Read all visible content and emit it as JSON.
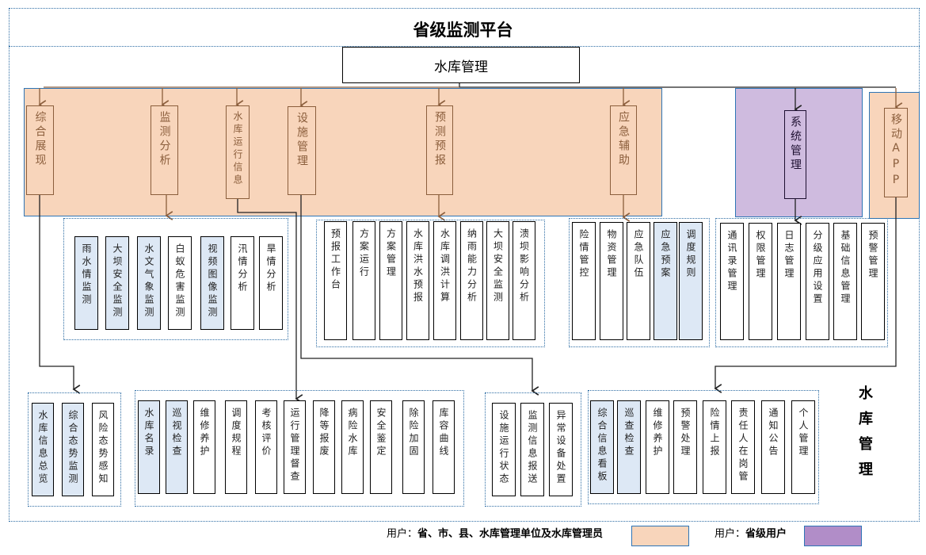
{
  "title": "省级监测平台",
  "root": "水库管理",
  "modules": [
    "综合展现",
    "监测分析",
    "水库运行信息",
    "设施管理",
    "预测预报",
    "应急辅助",
    "系统管理",
    "移动APP"
  ],
  "groups": {
    "monitor": [
      {
        "label": "雨水情监测",
        "highlight": true
      },
      {
        "label": "大坝安全监测",
        "highlight": true
      },
      {
        "label": "水文气象监测",
        "highlight": true
      },
      {
        "label": "白蚁危害监测",
        "highlight": false
      },
      {
        "label": "视频图像监测",
        "highlight": true
      },
      {
        "label": "汛情分析",
        "highlight": false
      },
      {
        "label": "旱情分析",
        "highlight": false
      }
    ],
    "forecast": [
      {
        "label": "预报工作台",
        "highlight": false
      },
      {
        "label": "方案运行",
        "highlight": false
      },
      {
        "label": "方案管理",
        "highlight": false
      },
      {
        "label": "水库洪水预报",
        "highlight": false
      },
      {
        "label": "水库调洪计算",
        "highlight": false
      },
      {
        "label": "纳雨能力分析",
        "highlight": false
      },
      {
        "label": "大坝安全监测",
        "highlight": false
      },
      {
        "label": "溃坝影响分析",
        "highlight": false
      }
    ],
    "emergency": [
      {
        "label": "险情管控",
        "highlight": false
      },
      {
        "label": "物资管理",
        "highlight": false
      },
      {
        "label": "应急队伍",
        "highlight": false
      },
      {
        "label": "应急预案",
        "highlight": true
      },
      {
        "label": "调度规则",
        "highlight": true
      }
    ],
    "system": [
      {
        "label": "通讯录管理",
        "highlight": false
      },
      {
        "label": "权限管理",
        "highlight": false
      },
      {
        "label": "日志管理",
        "highlight": false
      },
      {
        "label": "分级应用设置",
        "highlight": false
      },
      {
        "label": "基础信息管理",
        "highlight": false
      },
      {
        "label": "预警管理",
        "highlight": false
      }
    ],
    "overview": [
      {
        "label": "水库信息总览",
        "highlight": true
      },
      {
        "label": "综合态势监测",
        "highlight": true
      },
      {
        "label": "风险态势感知",
        "highlight": false
      }
    ],
    "operation": [
      {
        "label": "水库名录",
        "highlight": true
      },
      {
        "label": "巡视检查",
        "highlight": true
      },
      {
        "label": "维修养护",
        "highlight": false
      },
      {
        "label": "调度规程",
        "highlight": false
      },
      {
        "label": "考核评价",
        "highlight": false
      },
      {
        "label": "运行管理督查",
        "highlight": false
      },
      {
        "label": "降等报废",
        "highlight": false
      },
      {
        "label": "病险水库",
        "highlight": false
      },
      {
        "label": "安全鉴定",
        "highlight": false
      },
      {
        "label": "除险加固",
        "highlight": false
      },
      {
        "label": "库容曲线",
        "highlight": false
      }
    ],
    "facility": [
      {
        "label": "设施运行状态",
        "highlight": false
      },
      {
        "label": "监测信息报送",
        "highlight": false
      },
      {
        "label": "异常设备处置",
        "highlight": false
      }
    ],
    "mobile": [
      {
        "label": "综合信息看板",
        "highlight": true
      },
      {
        "label": "巡查检查",
        "highlight": true
      },
      {
        "label": "维修养护",
        "highlight": false
      },
      {
        "label": "预警处理",
        "highlight": false
      },
      {
        "label": "险情上报",
        "highlight": false
      },
      {
        "label": "责任人在岗管",
        "highlight": false
      },
      {
        "label": "通知公告",
        "highlight": false
      },
      {
        "label": "个人管理",
        "highlight": false
      }
    ]
  },
  "side_label": "水库管理",
  "legend": [
    {
      "prefix": "用户：",
      "label": "省、市、县、水库管理单位及水库管理员",
      "color": "#f8d5bb"
    },
    {
      "prefix": "用户：",
      "label": "省级用户",
      "color": "#b18dc8"
    }
  ],
  "colors": {
    "peach": "#f8d5bb",
    "purple": "#cfbbdf",
    "highlight": "#dde8f5",
    "module_border": "#8b5e3c",
    "group_border": "#2e6da4"
  }
}
